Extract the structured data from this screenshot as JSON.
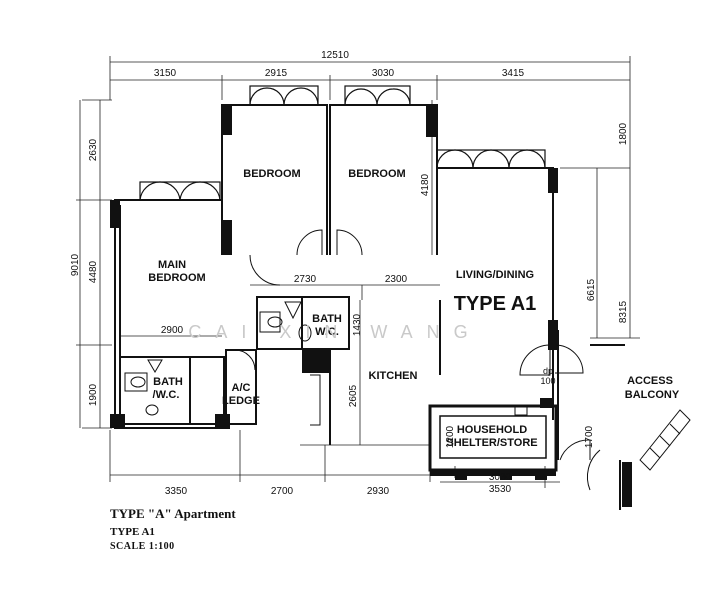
{
  "dimensions": {
    "overall_top": "12510",
    "top_segments": [
      "3150",
      "2915",
      "3030",
      "3415"
    ],
    "left_overall": "9010",
    "left_segments": [
      "2630",
      "4480",
      "1900"
    ],
    "right_segments": [
      "1800",
      "8315",
      "6615"
    ],
    "bottom_segments": [
      "3350",
      "2700",
      "2930"
    ],
    "interior": {
      "d4180": "4180",
      "d2730": "2730",
      "d2300": "2300",
      "d2900": "2900",
      "d1430": "1430",
      "d2605": "2605",
      "d1200": "1200",
      "d1700": "1700",
      "d3030": "3030",
      "d3530": "3530"
    }
  },
  "rooms": {
    "bedroom1": "BEDROOM",
    "bedroom2": "BEDROOM",
    "main_bedroom_l1": "MAIN",
    "main_bedroom_l2": "BEDROOM",
    "living_dining": "LIVING/DINING",
    "type_big": "TYPE A1",
    "bath_wc_upper_l1": "BATH",
    "bath_wc_upper_l2": "W.C.",
    "bath_wc_lower_l1": "BATH",
    "bath_wc_lower_l2": "/W.C.",
    "ac_ledge_l1": "A/C",
    "ac_ledge_l2": "LEDGE",
    "kitchen": "KITCHEN",
    "household_l1": "HOUSEHOLD",
    "household_l2": "SHELTER/STORE",
    "access_l1": "ACCESS",
    "access_l2": "BALCONY",
    "dp_l1": "dp",
    "dp_l2": "100"
  },
  "watermark": "CAI XIN WANG",
  "caption": {
    "line1": "TYPE \"A\" Apartment",
    "line2": "TYPE A1",
    "line3": "SCALE 1:100"
  }
}
